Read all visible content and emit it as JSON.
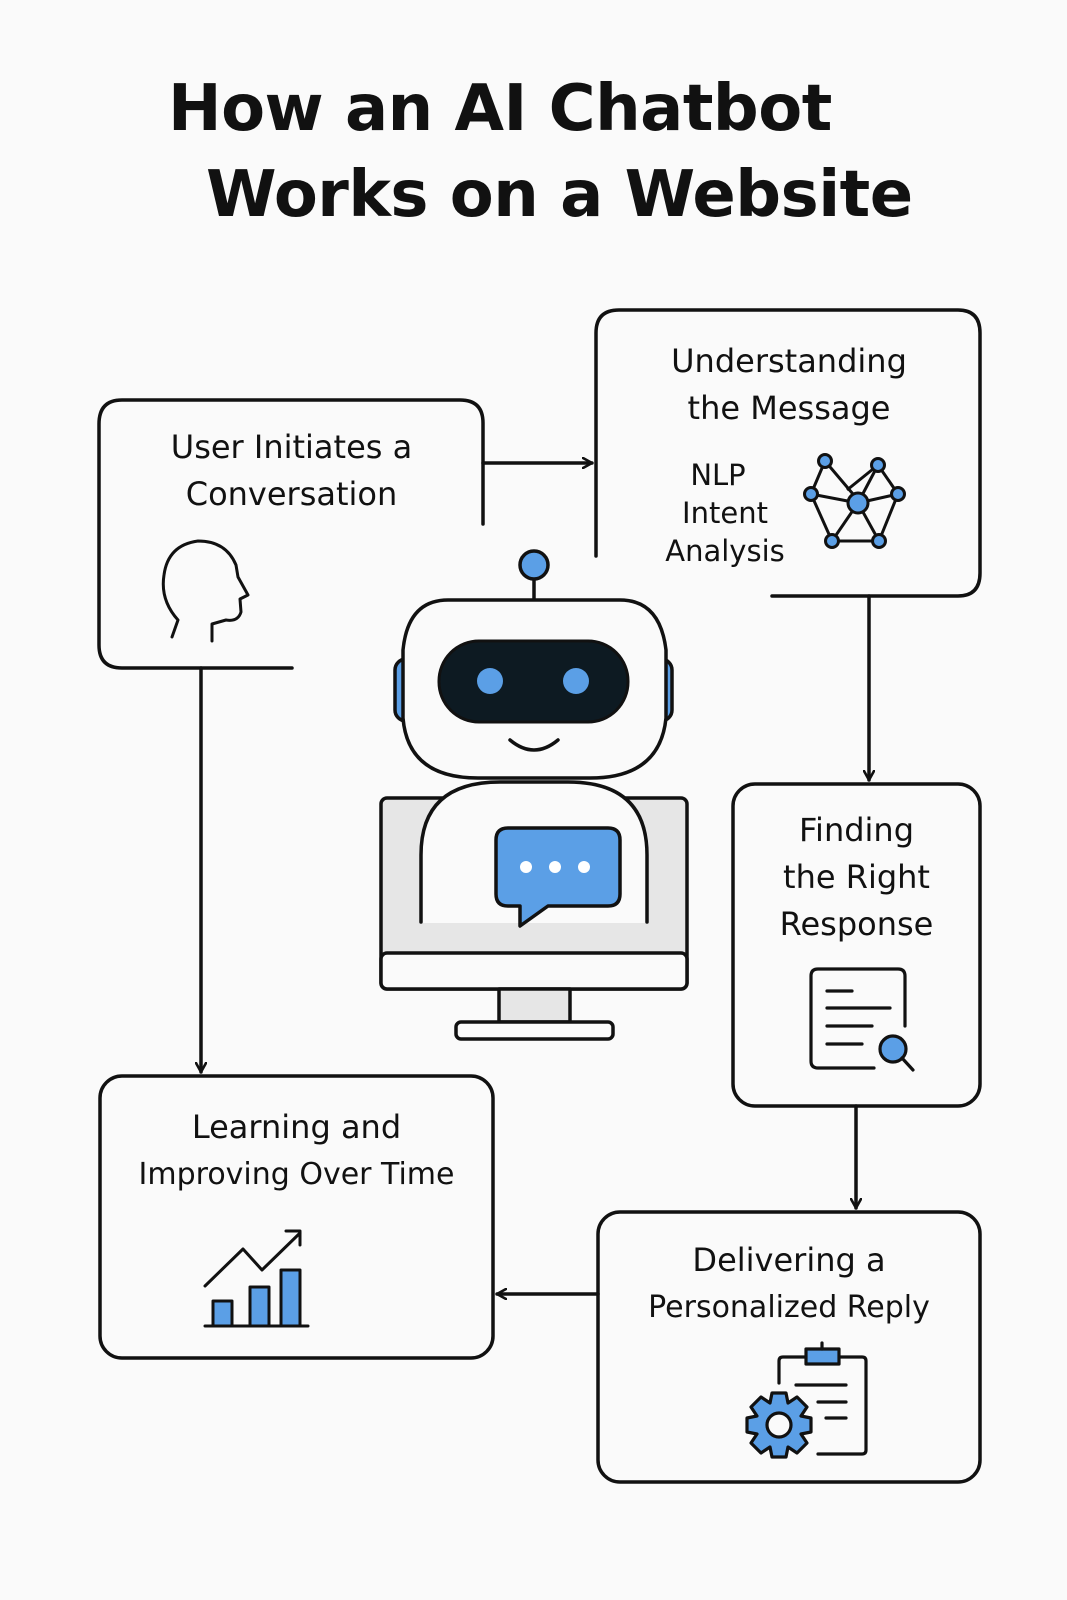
{
  "title": {
    "line1": "How an AI Chatbot",
    "line2": "Works on a Website"
  },
  "colors": {
    "accent_blue": "#5b9fe6",
    "stroke": "#111111",
    "background": "#fafafa",
    "screen_gray": "#e6e6e6",
    "visor": "#0d1a22"
  },
  "steps": [
    {
      "id": "user-initiates",
      "line1": "User Initiates a",
      "line2": "Conversation",
      "icon": "person-head-icon"
    },
    {
      "id": "understanding",
      "line1": "Understanding",
      "line2": "the Message",
      "sublabels": [
        "NLP",
        "Intent",
        "Analysis"
      ],
      "icon": "neural-network-icon"
    },
    {
      "id": "finding",
      "line1": "Finding",
      "line2": "the Right",
      "line3": "Response",
      "icon": "document-search-icon"
    },
    {
      "id": "delivering",
      "line1": "Delivering a",
      "line2": "Personalized Reply",
      "icon": "clipboard-gear-icon"
    },
    {
      "id": "learning",
      "line1": "Learning and",
      "line2": "Improving Over Time",
      "icon": "growth-chart-icon"
    }
  ],
  "center_illustration": {
    "icon": "chatbot-robot-icon",
    "speech_bubble": "typing-dots"
  },
  "flow": [
    {
      "from": "user-initiates",
      "to": "understanding",
      "direction": "right"
    },
    {
      "from": "understanding",
      "to": "finding",
      "direction": "down"
    },
    {
      "from": "finding",
      "to": "delivering",
      "direction": "down"
    },
    {
      "from": "delivering",
      "to": "learning",
      "direction": "left"
    },
    {
      "from": "user-initiates",
      "to": "learning",
      "direction": "down"
    }
  ]
}
